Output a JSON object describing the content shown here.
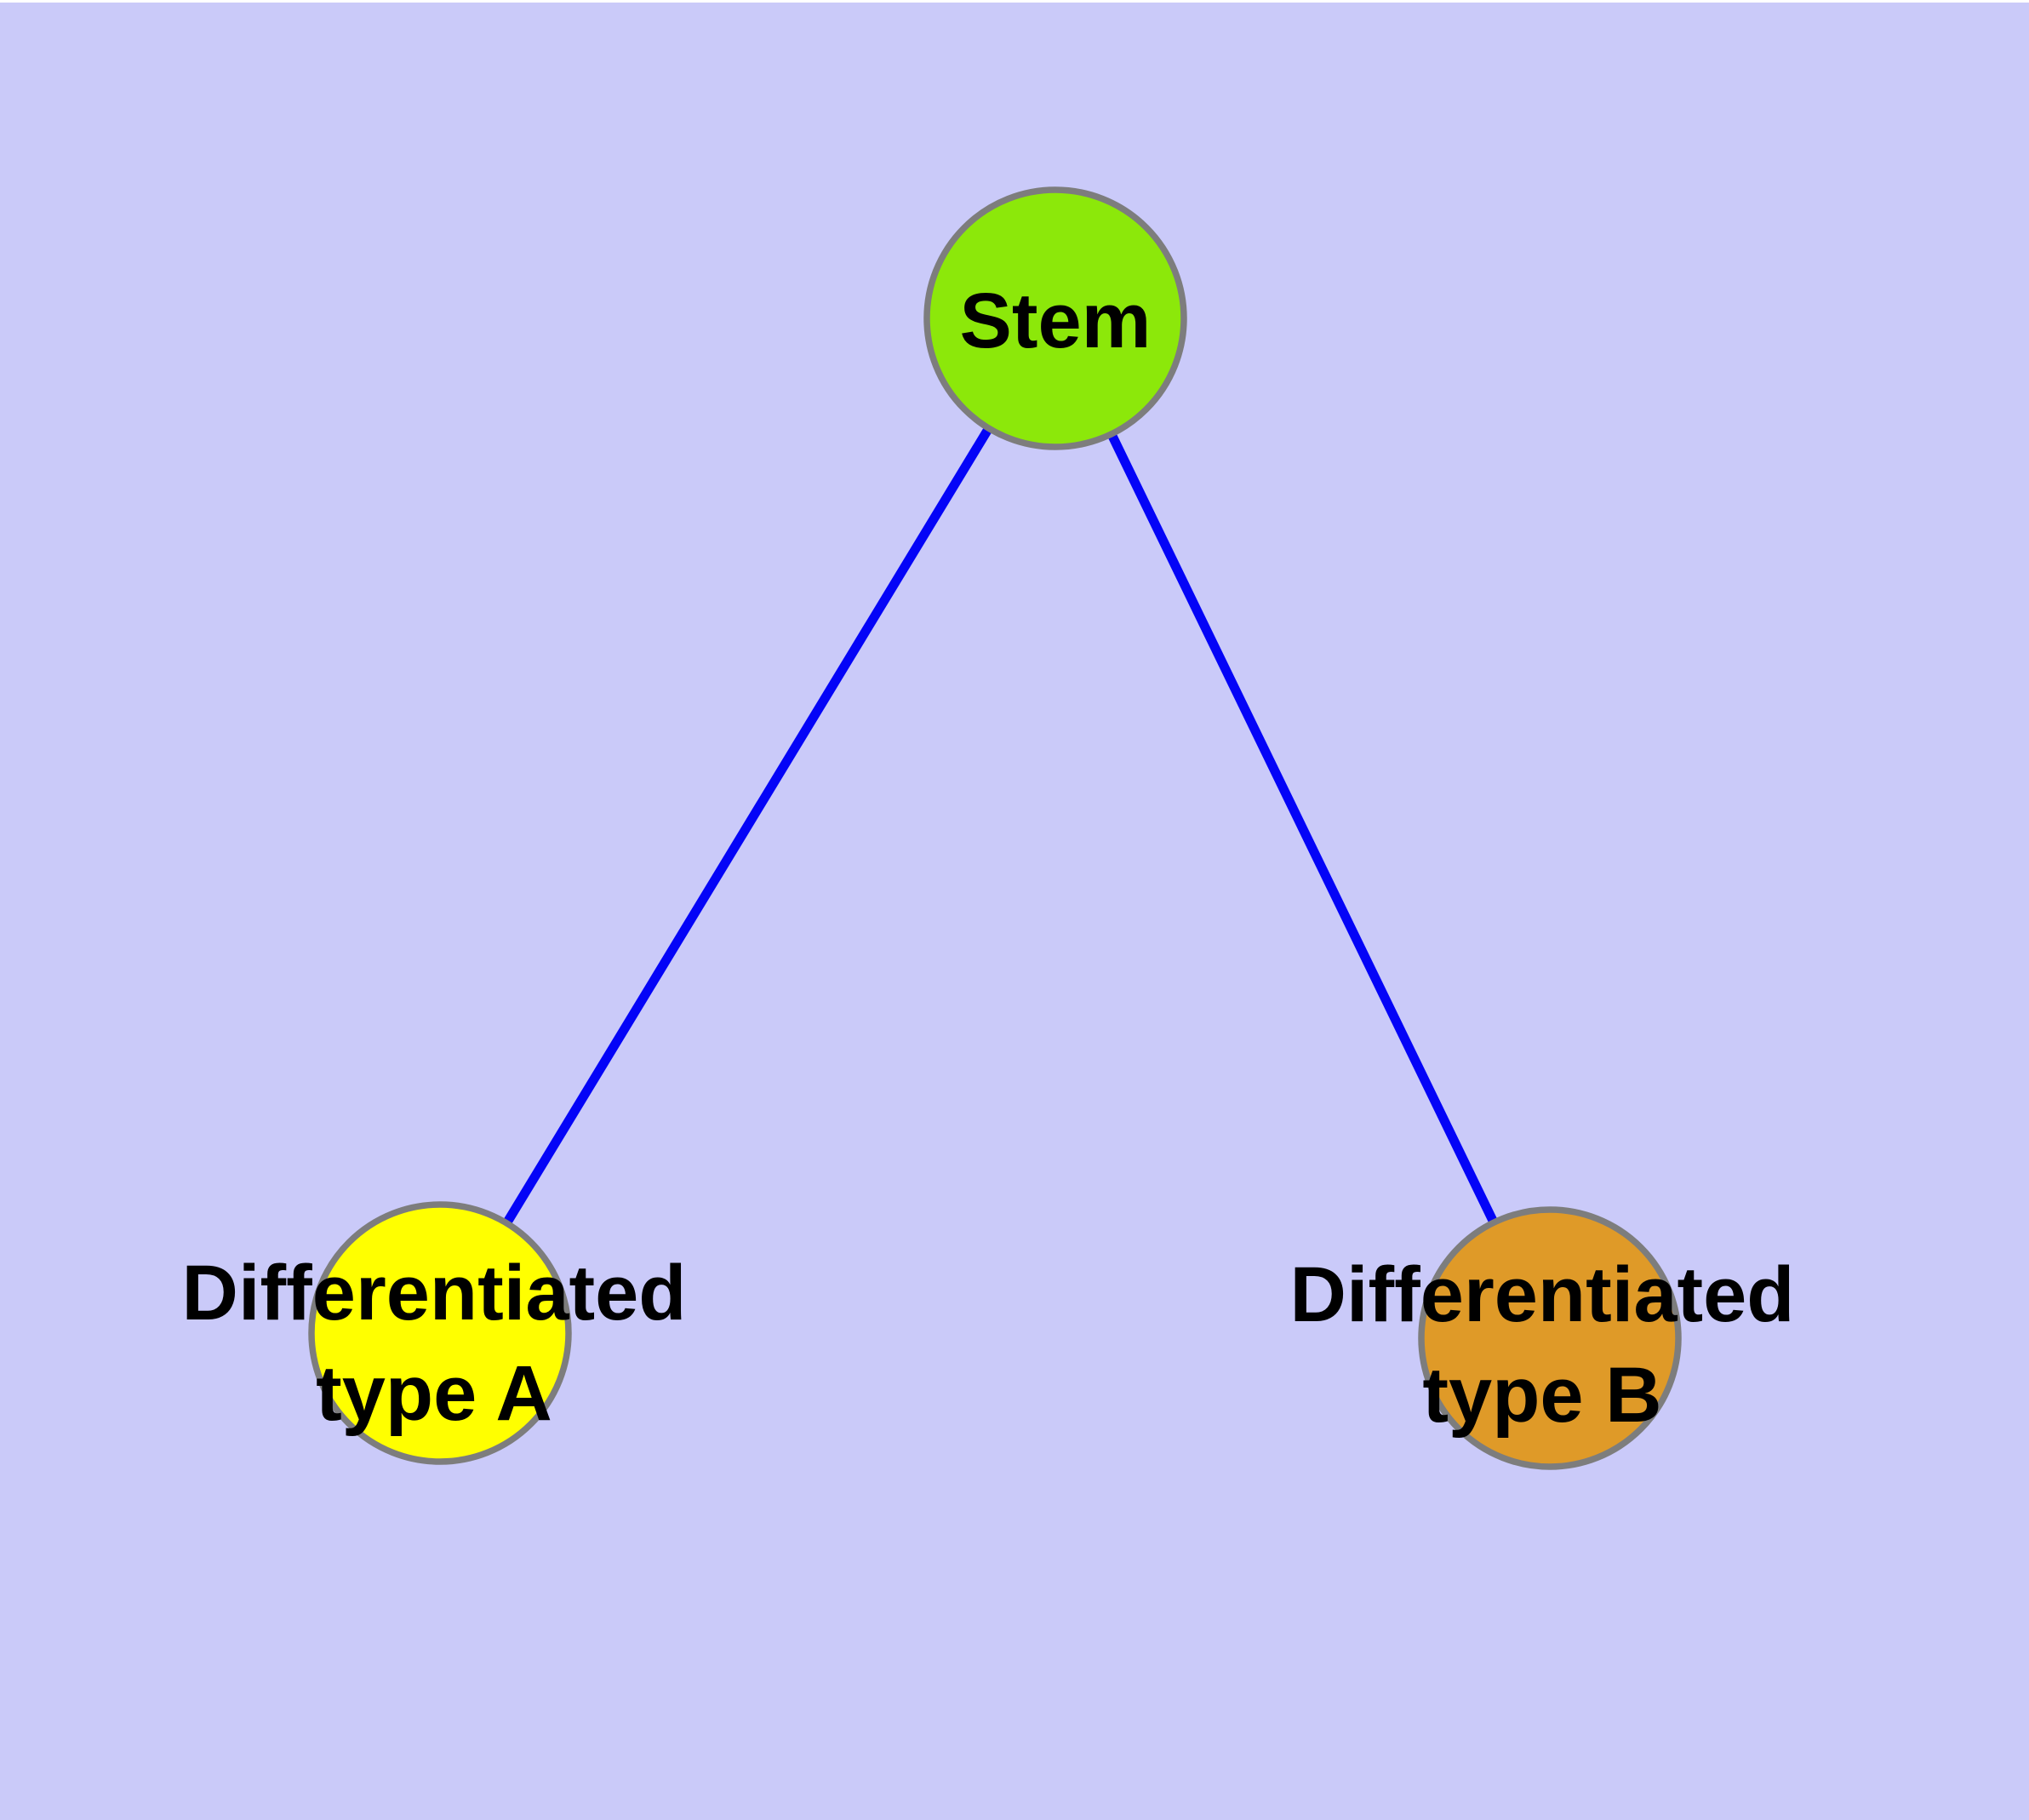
{
  "diagram": {
    "type": "graph",
    "description_visible_text": [
      "Stem",
      "Differentiated type A",
      "Differentiated type B"
    ],
    "colors": {
      "background": "#cacaf9",
      "top_strip": "#ffffff",
      "edge": "#0404f7",
      "node_border": "#7d7d7d",
      "label_text": "#000000"
    },
    "nodes": [
      {
        "id": "stem",
        "label_lines": [
          "Stem"
        ],
        "fill": "#8ce80a"
      },
      {
        "id": "differentiated-type-a",
        "label_lines": [
          "Differentiated",
          "type A"
        ],
        "fill": "#ffff00"
      },
      {
        "id": "differentiated-type-b",
        "label_lines": [
          "Differentiated",
          "type B"
        ],
        "fill": "#df9a28"
      }
    ],
    "edges": [
      {
        "from": "Stem",
        "to": "Differentiated type A"
      },
      {
        "from": "Stem",
        "to": "Differentiated type B"
      }
    ]
  }
}
